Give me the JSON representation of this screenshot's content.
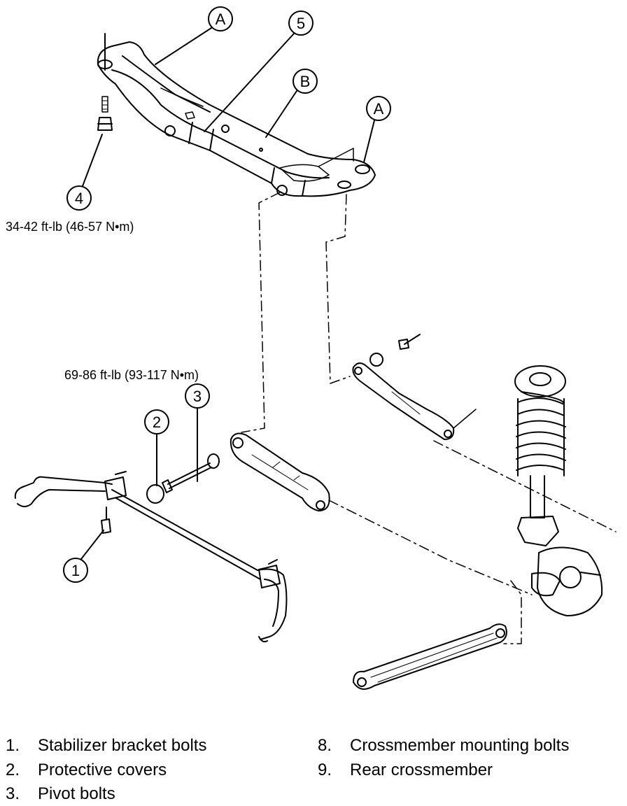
{
  "callouts": {
    "A_left": "A",
    "A_right": "A",
    "B": "B",
    "five": "5",
    "four": "4",
    "three": "3",
    "two": "2",
    "one": "1"
  },
  "torque": {
    "upper": "34-42 ft-lb (46-57 N•m)",
    "lower": "69-86 ft-lb (93-117 N•m)"
  },
  "legend": {
    "items": [
      {
        "num": "1.",
        "label": "Stabilizer bracket bolts"
      },
      {
        "num": "2.",
        "label": "Protective covers"
      },
      {
        "num": "3.",
        "label": "Pivot bolts"
      },
      {
        "num": "8.",
        "label": "Crossmember mounting bolts"
      },
      {
        "num": "9.",
        "label": "Rear crossmember"
      }
    ]
  }
}
